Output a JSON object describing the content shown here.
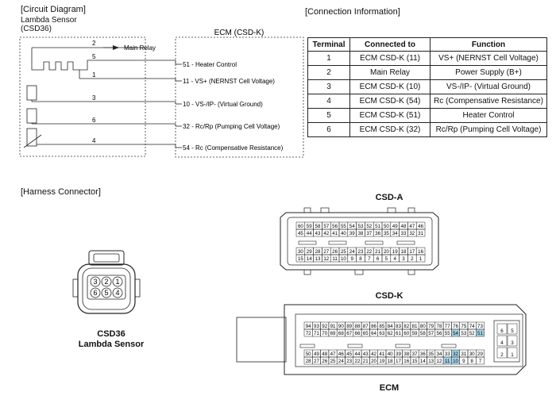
{
  "sections": {
    "circuit": "[Circuit Diagram]",
    "connection": "[Connection Information]",
    "harness": "[Harness Connector]"
  },
  "sensor": {
    "name_line1": "Lambda Sensor",
    "name_line2": "(CSD36)",
    "relay_label": "Main Relay",
    "pins": [
      "2",
      "5",
      "1",
      "3",
      "6",
      "4"
    ]
  },
  "ecm_box": {
    "title": "ECM (CSD-K)",
    "signals": [
      "51 - Heater Control",
      "11 - VS+ (NERNST Cell Voltage)",
      "10 - VS-/IP- (Virtual Ground)",
      "32 - Rc/Rp (Pumping Cell Voltage)",
      "54 - Rc (Compensative Resistance)"
    ]
  },
  "connection_table": {
    "headers": [
      "Terminal",
      "Connected to",
      "Function"
    ],
    "rows": [
      [
        "1",
        "ECM CSD-K (11)",
        "VS+ (NERNST Cell Voltage)"
      ],
      [
        "2",
        "Main Relay",
        "Power Supply (B+)"
      ],
      [
        "3",
        "ECM CSD-K (10)",
        "VS-/IP- (Virtual Ground)"
      ],
      [
        "4",
        "ECM CSD-K (54)",
        "Rc (Compensative Resistance)"
      ],
      [
        "5",
        "ECM CSD-K (51)",
        "Heater Control"
      ],
      [
        "6",
        "ECM CSD-K (32)",
        "Rc/Rp (Pumping Cell Voltage)"
      ]
    ]
  },
  "csd36": {
    "pins_top": [
      "3",
      "2",
      "1"
    ],
    "pins_bottom": [
      "6",
      "5",
      "4"
    ],
    "label_line1": "CSD36",
    "label_line2": "Lambda Sensor"
  },
  "csda": {
    "title": "CSD-A",
    "rows": [
      [
        "60",
        "59",
        "58",
        "57",
        "56",
        "55",
        "54",
        "53",
        "52",
        "51",
        "50",
        "49",
        "48",
        "47",
        "46"
      ],
      [
        "45",
        "44",
        "43",
        "42",
        "41",
        "40",
        "39",
        "38",
        "37",
        "36",
        "35",
        "34",
        "33",
        "32",
        "31"
      ],
      [
        "30",
        "29",
        "28",
        "27",
        "26",
        "25",
        "24",
        "23",
        "22",
        "21",
        "20",
        "19",
        "18",
        "17",
        "16"
      ],
      [
        "15",
        "14",
        "13",
        "12",
        "11",
        "10",
        "9",
        "8",
        "7",
        "6",
        "5",
        "4",
        "3",
        "2",
        "1"
      ]
    ]
  },
  "csdk": {
    "title": "CSD-K",
    "rows": [
      [
        "94",
        "93",
        "92",
        "91",
        "90",
        "89",
        "88",
        "87",
        "86",
        "85",
        "84",
        "83",
        "82",
        "81",
        "80",
        "79",
        "78",
        "77",
        "76",
        "75",
        "74",
        "73"
      ],
      [
        "72",
        "71",
        "70",
        "69",
        "68",
        "67",
        "66",
        "65",
        "64",
        "63",
        "62",
        "61",
        "60",
        "59",
        "58",
        "57",
        "56",
        "55",
        "54",
        "53",
        "52",
        "51"
      ],
      [
        "50",
        "49",
        "48",
        "47",
        "46",
        "45",
        "44",
        "43",
        "42",
        "41",
        "40",
        "39",
        "38",
        "37",
        "36",
        "35",
        "34",
        "33",
        "32",
        "31",
        "30",
        "29"
      ],
      [
        "28",
        "27",
        "26",
        "25",
        "24",
        "23",
        "22",
        "21",
        "20",
        "19",
        "18",
        "17",
        "16",
        "15",
        "14",
        "13",
        "12",
        "11",
        "10",
        "9",
        "8",
        "7"
      ]
    ],
    "side_pins": [
      [
        "6",
        "5"
      ],
      [
        "4",
        "3"
      ],
      [
        "2",
        "1"
      ]
    ],
    "highlighted": [
      "54",
      "51",
      "32",
      "11",
      "10"
    ],
    "highlight_color": "#a9d4e8",
    "ecm_label": "ECM"
  }
}
